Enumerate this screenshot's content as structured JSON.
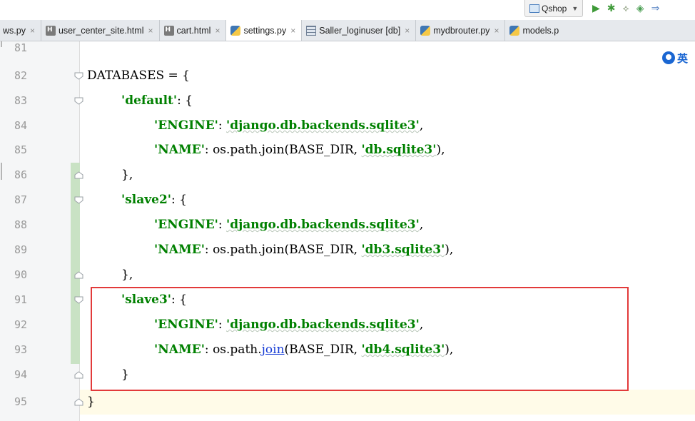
{
  "toolbar": {
    "run_config_label": "Qshop",
    "icons": [
      "run-icon",
      "debug-icon",
      "coverage-icon",
      "profile-icon",
      "more-icon"
    ]
  },
  "tabs": [
    {
      "label": "ws.py",
      "icon": "python-file-icon",
      "active": false
    },
    {
      "label": "user_center_site.html",
      "icon": "html-file-icon",
      "active": false
    },
    {
      "label": "cart.html",
      "icon": "html-file-icon",
      "active": false
    },
    {
      "label": "settings.py",
      "icon": "python-file-icon",
      "active": true
    },
    {
      "label": "Saller_loginuser [db]",
      "icon": "db-table-icon",
      "active": false
    },
    {
      "label": "mydbrouter.py",
      "icon": "python-file-icon",
      "active": false
    },
    {
      "label": "models.p",
      "icon": "python-file-icon",
      "active": false
    }
  ],
  "close_glyph": "×",
  "ime_label": "英",
  "code": {
    "line_numbers": [
      "81",
      "82",
      "83",
      "84",
      "85",
      "86",
      "87",
      "88",
      "89",
      "90",
      "91",
      "92",
      "93",
      "94",
      "95"
    ],
    "lines": {
      "l82": "DATABASES = {",
      "l83_key": "'default'",
      "l83_rest": ": {",
      "engine_key": "'ENGINE'",
      "name_key": "'NAME'",
      "colon": ": ",
      "engine_val": "'django.db.backends.sqlite3'",
      "comma": ",",
      "name_prefix": "os.path.",
      "join": "join",
      "paren_open": "(BASE_DIR, ",
      "name_val_default": "'db.sqlite3'",
      "name_val_slave2": "'db3.sqlite3'",
      "name_val_slave3": "'db4.sqlite3'",
      "paren_close": "),",
      "close_brace_comma": "},",
      "slave2_key": "'slave2'",
      "slave3_key": "'slave3'",
      "close_brace": "}",
      "close_main": "}"
    }
  },
  "colors": {
    "string": "#008000",
    "highlight_box": "#e23a3a",
    "link": "#1a3fd6"
  }
}
